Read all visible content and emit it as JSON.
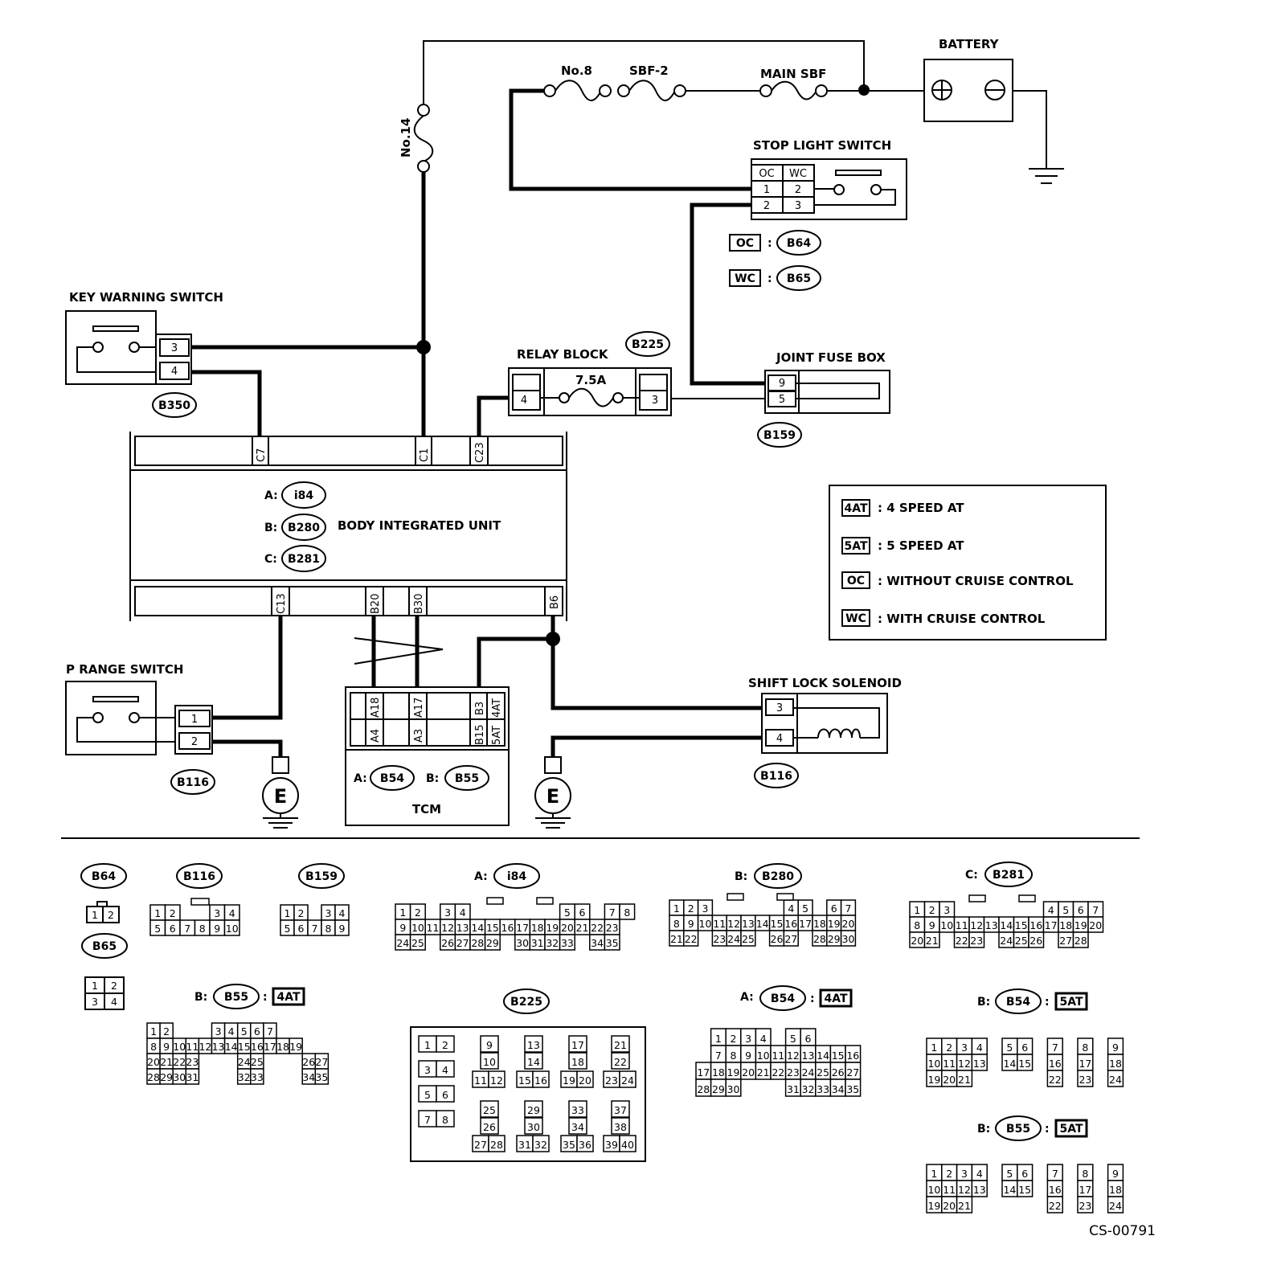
{
  "battery": {
    "label": "BATTERY"
  },
  "fuses": {
    "no8": "No.8",
    "sbf2": "SBF-2",
    "main_sbf": "MAIN SBF",
    "no14": "No.14",
    "relay_fuse": "7.5A"
  },
  "stop_light_switch": {
    "label": "STOP LIGHT SWITCH",
    "col_oc": "OC",
    "col_wc": "WC",
    "r1": [
      "1",
      "2"
    ],
    "r2": [
      "2",
      "3"
    ]
  },
  "oc_tag": {
    "tag": "OC",
    "conn": "B64"
  },
  "wc_tag": {
    "tag": "WC",
    "conn": "B65"
  },
  "key_warning_switch": {
    "label": "KEY WARNING SWITCH",
    "pins": [
      "3",
      "4"
    ],
    "conn": "B350"
  },
  "relay_block": {
    "label": "RELAY BLOCK",
    "conn": "B225",
    "pin_left": "4",
    "pin_right": "3"
  },
  "joint_fuse_box": {
    "label": "JOINT FUSE BOX",
    "pins": [
      "9",
      "5"
    ],
    "conn": "B159"
  },
  "biu": {
    "label": "BODY INTEGRATED UNIT",
    "a": "A:",
    "b": "B:",
    "c": "C:",
    "ca": "i84",
    "cb": "B280",
    "cc": "B281",
    "top_pins": [
      "C7",
      "C1",
      "C23"
    ],
    "bottom_pins": [
      "C13",
      "B20",
      "B30",
      "B6"
    ]
  },
  "legend": {
    "items": [
      {
        "tag": "4AT",
        "text": ": 4 SPEED AT"
      },
      {
        "tag": "5AT",
        "text": ": 5 SPEED AT"
      },
      {
        "tag": "OC",
        "text": ": WITHOUT CRUISE CONTROL"
      },
      {
        "tag": "WC",
        "text": ": WITH CRUISE CONTROL"
      }
    ]
  },
  "p_range_switch": {
    "label": "P RANGE SWITCH",
    "pins": [
      "1",
      "2"
    ],
    "conn": "B116"
  },
  "tcm": {
    "label": "TCM",
    "pins_top": [
      "A18",
      "A17",
      "B3",
      "4AT"
    ],
    "pins_bottom": [
      "A4",
      "A3",
      "B15",
      "5AT"
    ],
    "a": "A:",
    "b": "B:",
    "ca": "B54",
    "cb": "B55"
  },
  "shift_lock_solenoid": {
    "label": "SHIFT LOCK SOLENOID",
    "pins": [
      "3",
      "4"
    ],
    "conn": "B116"
  },
  "ground": {
    "label": "E"
  },
  "connectors": {
    "b64": "B64",
    "b65": "B65",
    "b116": "B116",
    "b159": "B159",
    "a_i84_prefix": "A:",
    "i84": "i84",
    "b_b280_prefix": "B:",
    "b280": "B280",
    "c_b281_prefix": "C:",
    "b281": "B281",
    "b_b55_prefix": "B:",
    "b55": "B55",
    "colon": ":",
    "tag4at": "4AT",
    "tag5at": "5AT",
    "b225": "B225",
    "a_b54_prefix": "A:",
    "b54": "B54",
    "b_b54_prefix": "B:"
  },
  "footer": {
    "code": "CS-00791"
  }
}
